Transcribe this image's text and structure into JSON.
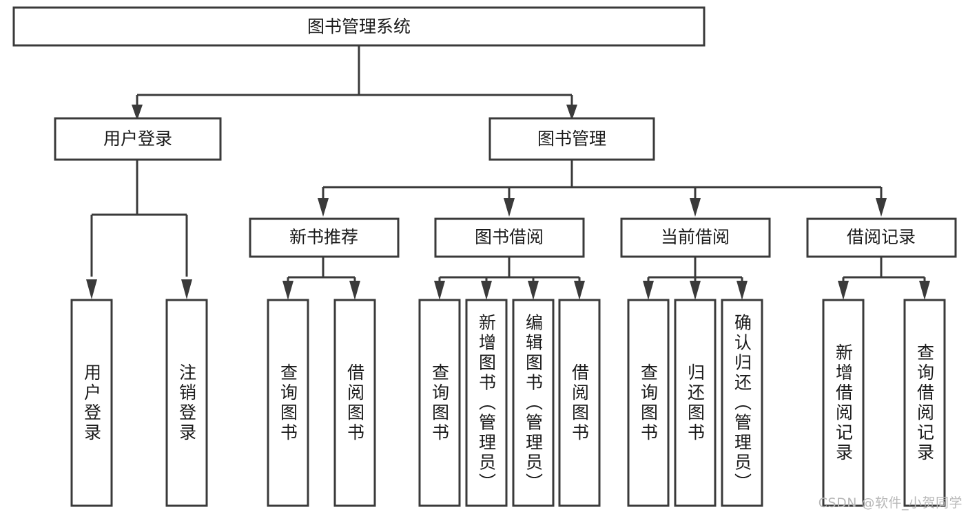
{
  "diagram": {
    "type": "tree",
    "title": "图书管理系统",
    "colors": {
      "box_fill": "#ffffff",
      "box_stroke": "#3a3a3a",
      "text": "#1a1a1a",
      "connector": "#3a3a3a",
      "background": "#ffffff",
      "watermark": "#b8b8b8"
    },
    "root": {
      "label": "图书管理系统"
    },
    "level2": [
      {
        "label": "用户登录"
      },
      {
        "label": "图书管理"
      }
    ],
    "level3": [
      {
        "label": "新书推荐"
      },
      {
        "label": "图书借阅"
      },
      {
        "label": "当前借阅"
      },
      {
        "label": "借阅记录"
      }
    ],
    "leaves": {
      "user_login": [
        {
          "label": "用户登录"
        },
        {
          "label": "注销登录"
        }
      ],
      "new_book_recommend": [
        {
          "label": "查询图书"
        },
        {
          "label": "借阅图书"
        }
      ],
      "book_borrow": [
        {
          "label": "查询图书"
        },
        {
          "label": "新增图书（管理员）"
        },
        {
          "label": "编辑图书（管理员）"
        },
        {
          "label": "借阅图书"
        }
      ],
      "current_borrow": [
        {
          "label": "查询图书"
        },
        {
          "label": "归还图书"
        },
        {
          "label": "确认归还（管理员）"
        }
      ],
      "borrow_record": [
        {
          "label": "新增借阅记录"
        },
        {
          "label": "查询借阅记录"
        }
      ]
    }
  },
  "watermark": {
    "text": "CSDN @软件_小贺同学"
  }
}
